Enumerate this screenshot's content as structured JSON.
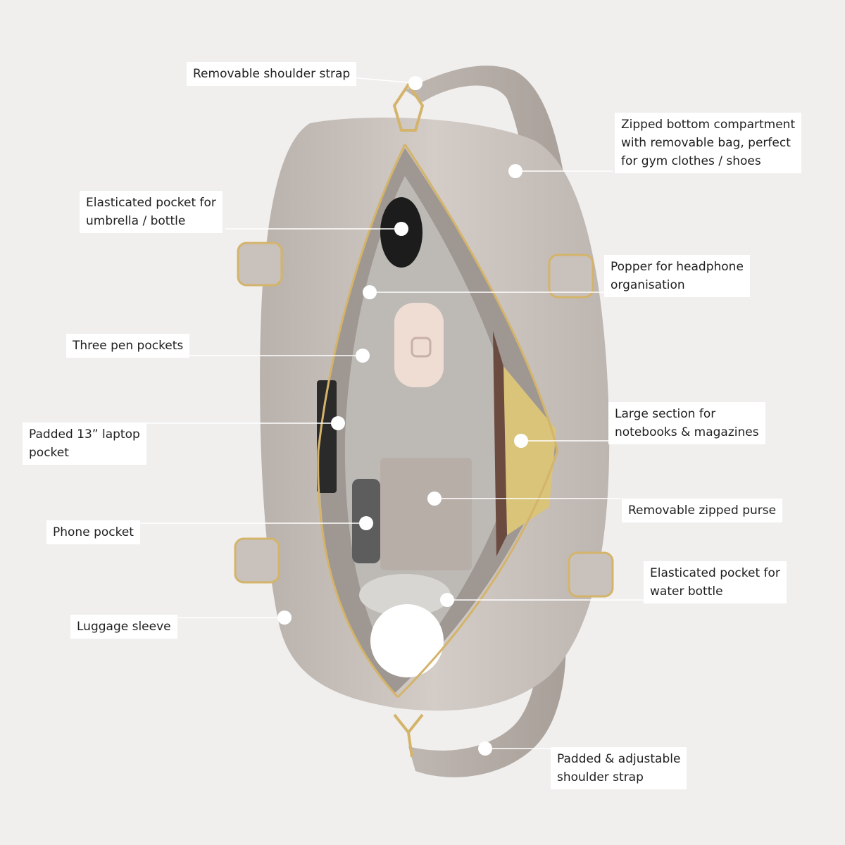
{
  "colors": {
    "background": "#f0efee",
    "bag_body": "#cdc6c1",
    "bag_shadow": "#aea59f",
    "interior_lining": "#bdbab6",
    "hardware_gold": "#d4b46a",
    "label_box": "#ffffff"
  },
  "icons": {
    "marker": "white-dot-marker"
  },
  "callouts": {
    "shoulder_strap": {
      "lines": [
        "Removable shoulder strap"
      ]
    },
    "bottom_compartment": {
      "lines": [
        "Zipped bottom compartment",
        "with removable bag, perfect",
        "for gym clothes / shoes"
      ]
    },
    "umbrella_pocket": {
      "lines": [
        "Elasticated pocket for",
        "umbrella / bottle"
      ]
    },
    "headphone_popper": {
      "lines": [
        "Popper for headphone",
        "organisation"
      ]
    },
    "pen_pockets": {
      "lines": [
        "Three pen pockets"
      ]
    },
    "laptop_pocket": {
      "lines": [
        "Padded 13” laptop",
        "pocket"
      ]
    },
    "notebook_section": {
      "lines": [
        "Large section for",
        "notebooks & magazines"
      ]
    },
    "zipped_purse": {
      "lines": [
        "Removable zipped purse"
      ]
    },
    "phone_pocket": {
      "lines": [
        "Phone pocket"
      ]
    },
    "water_bottle_pocket": {
      "lines": [
        "Elasticated pocket for",
        "water bottle"
      ]
    },
    "luggage_sleeve": {
      "lines": [
        "Luggage sleeve"
      ]
    },
    "adjustable_strap": {
      "lines": [
        "Padded & adjustable",
        "shoulder strap"
      ]
    }
  }
}
